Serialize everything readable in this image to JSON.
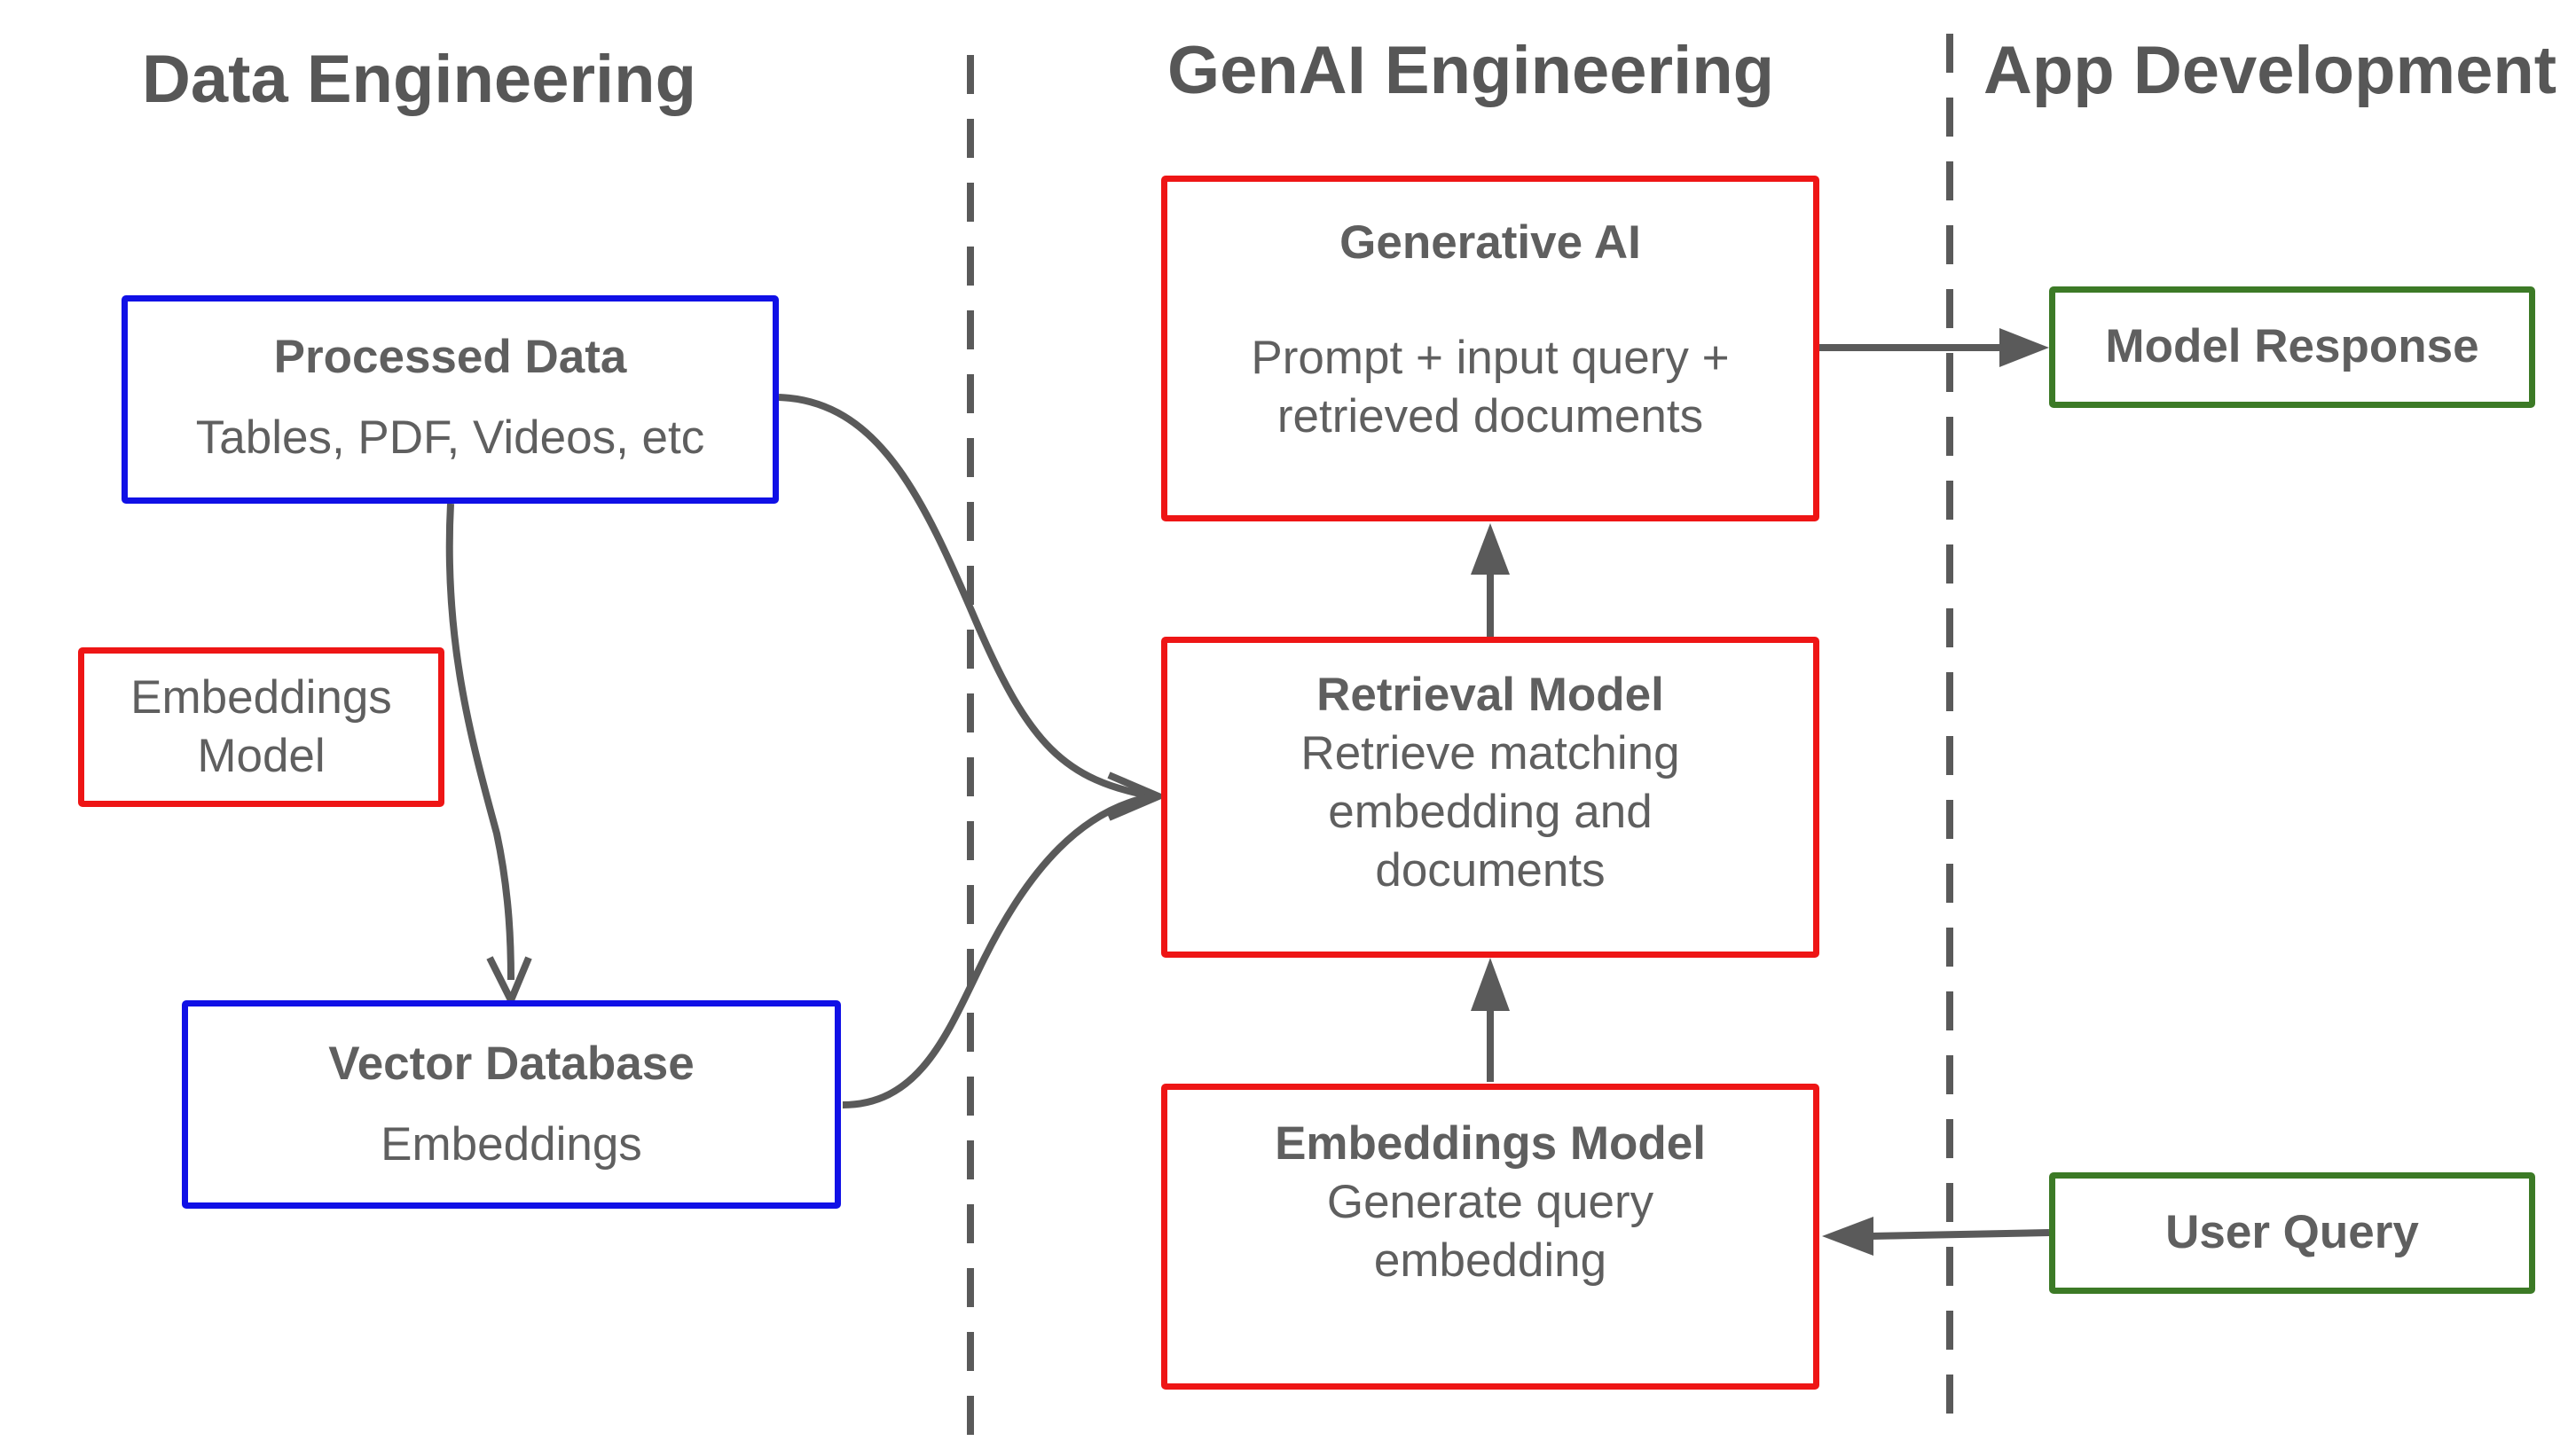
{
  "sections": {
    "data_engineering": "Data Engineering",
    "genai_engineering": "GenAI Engineering",
    "app_development": "App Development"
  },
  "nodes": {
    "processed_data": {
      "title": "Processed Data",
      "desc": "Tables, PDF, Videos, etc"
    },
    "embeddings_model_left": {
      "title": "",
      "desc": "Embeddings\nModel"
    },
    "vector_database": {
      "title": "Vector Database",
      "desc": "Embeddings"
    },
    "generative_ai": {
      "title": "Generative AI",
      "desc": "Prompt + input query +\nretrieved documents"
    },
    "retrieval_model": {
      "title": "Retrieval Model",
      "desc": "Retrieve matching\nembedding and\ndocuments"
    },
    "embeddings_model": {
      "title": "Embeddings Model",
      "desc": "Generate query\nembedding"
    },
    "model_response": {
      "title": "Model Response"
    },
    "user_query": {
      "title": "User Query"
    }
  },
  "colors": {
    "data_engineering_border": "#1010e6",
    "genai_border": "#ee1515",
    "app_border": "#3c7a26",
    "connector": "#5a5a5a"
  }
}
